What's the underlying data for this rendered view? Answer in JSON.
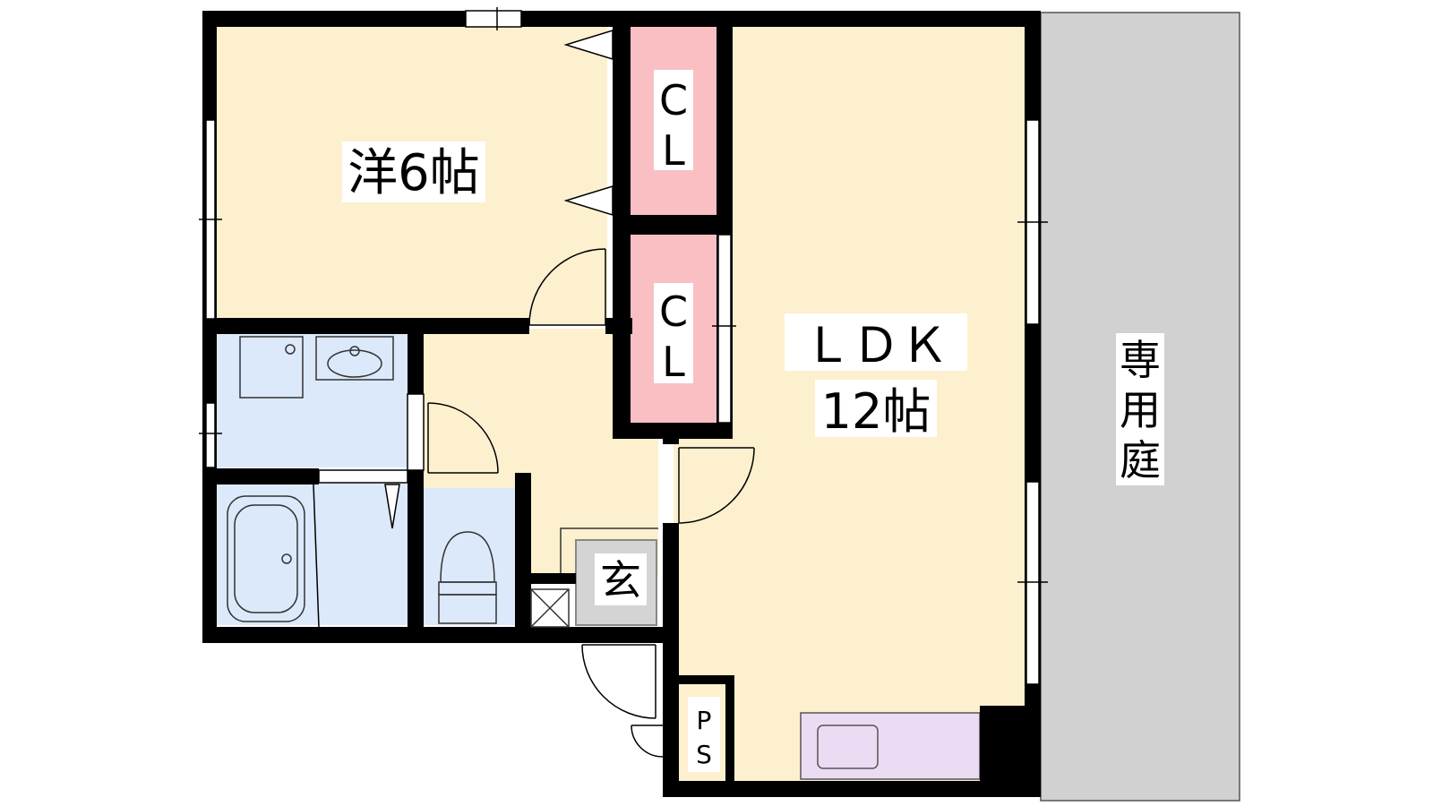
{
  "rooms": {
    "western": {
      "label": "洋6帖"
    },
    "closet_upper": {
      "label_1": "C",
      "label_2": "L"
    },
    "closet_lower": {
      "label_1": "C",
      "label_2": "L"
    },
    "ldk": {
      "label": "ＬＤＫ",
      "size": "12帖"
    },
    "entrance": {
      "label": "玄"
    },
    "pipe_space": {
      "label_1": "P",
      "label_2": "S"
    },
    "private_garden": {
      "label_1": "専",
      "label_2": "用",
      "label_3": "庭"
    }
  },
  "colors": {
    "room": "#fdf0cf",
    "wet_area": "#dce9fa",
    "closet": "#f9bfc3",
    "entrance": "#d4d4d4",
    "garden": "#d1d1d1",
    "kitchen": "#ebdcf3",
    "wall": "#000000"
  }
}
